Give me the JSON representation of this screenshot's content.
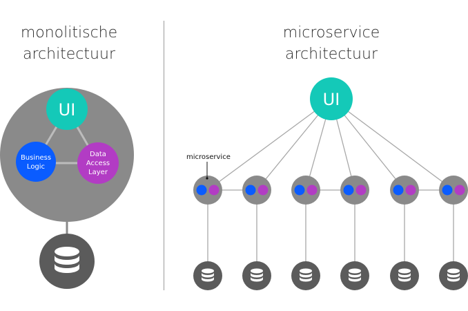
{
  "monolith": {
    "heading_line1": "monolitische",
    "heading_line2": "architectuur",
    "ui_label": "UI",
    "business_logic": [
      "Business",
      "Logic"
    ],
    "data_access_layer": [
      "Data",
      "Access",
      "Layer"
    ]
  },
  "microservice": {
    "heading_line1": "microservice",
    "heading_line2": "architectuur",
    "ui_label": "UI",
    "service_label": "microservice",
    "service_count": 6
  },
  "colors": {
    "teal": "#14c9b8",
    "blue": "#0a5cff",
    "magenta": "#b23cc4",
    "dark_gray": "#5b5b5b",
    "medium_gray": "#8a8a8a",
    "light_gray": "#bcbcbc",
    "line_gray": "#a8a8a8",
    "text": "#2b2b2b"
  },
  "icons": {
    "database": "database-icon"
  }
}
